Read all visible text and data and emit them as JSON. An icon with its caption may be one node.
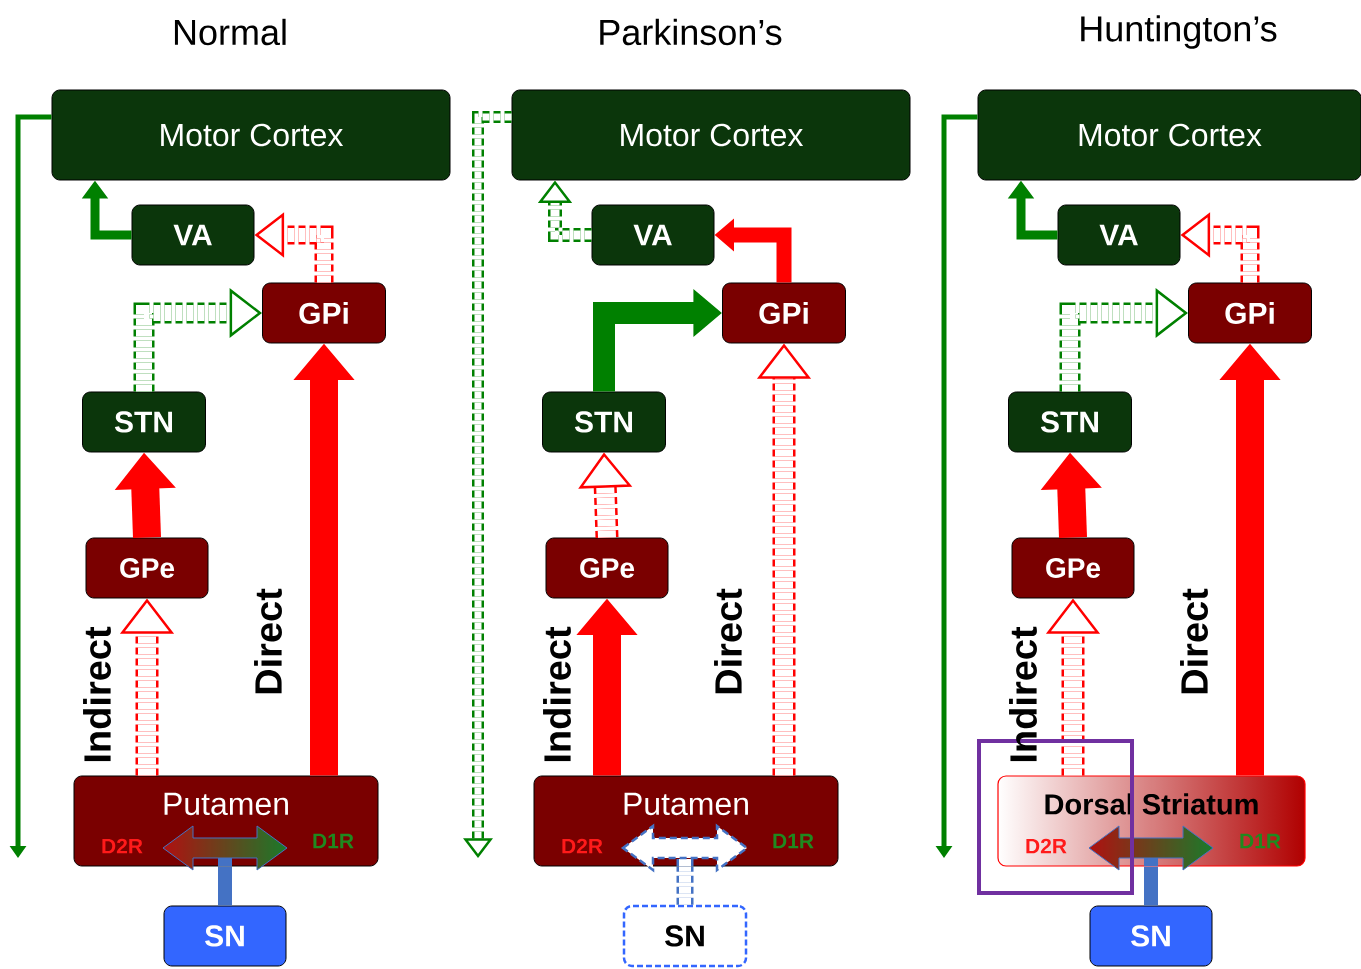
{
  "diagram": {
    "nodes": [
      {
        "text": [
          "Motor Cortex"
        ]
      },
      {
        "text": [
          "VA"
        ]
      },
      {
        "text": [
          "GPi"
        ]
      },
      {
        "text": [
          "STN"
        ]
      },
      {
        "text": [
          "GPe"
        ]
      },
      {
        "text": [
          "Putamen",
          "D2R",
          "D1R"
        ]
      },
      {
        "text": [
          "SN"
        ]
      },
      {
        "text": [
          "Motor Cortex"
        ]
      },
      {
        "text": [
          "VA"
        ]
      },
      {
        "text": [
          "GPi"
        ]
      },
      {
        "text": [
          "STN"
        ]
      },
      {
        "text": [
          "GPe"
        ]
      },
      {
        "text": [
          "Putamen",
          "D2R",
          "D1R"
        ]
      },
      {
        "text": [
          "SN"
        ]
      },
      {
        "text": [
          "Motor Cortex"
        ]
      },
      {
        "text": [
          "VA"
        ]
      },
      {
        "text": [
          "GPi"
        ]
      },
      {
        "text": [
          "STN"
        ]
      },
      {
        "text": [
          "GPe"
        ]
      },
      {
        "text": [
          "Dorsal Striatum",
          "D2R",
          "D1R"
        ]
      },
      {
        "text": [
          "SN"
        ]
      }
    ],
    "edges": [
      {
        "from": 0,
        "to": null,
        "arrow": "to",
        "color": "#008000"
      },
      {
        "from": 1,
        "to": 0,
        "arrow": "to",
        "color": "#008000"
      },
      {
        "from": 2,
        "to": 1,
        "arrow": "to",
        "style": "dashed",
        "color": "#ff0000"
      },
      {
        "from": 3,
        "to": 2,
        "arrow": "to",
        "style": "dashed",
        "color": "#008000"
      },
      {
        "from": 4,
        "to": 3,
        "arrow": "to",
        "color": "#ff0000"
      },
      {
        "from": 5,
        "to": 4,
        "arrow": "to",
        "style": "dashed",
        "color": "#ff0000"
      },
      {
        "from": 5,
        "to": 2,
        "arrow": "to",
        "color": "#ff0000"
      },
      {
        "from": 6,
        "to": 5,
        "arrow": "none",
        "color": "#4472c4"
      },
      {
        "from": 7,
        "to": null,
        "arrow": "to",
        "style": "dashed",
        "color": "#008000"
      },
      {
        "from": 8,
        "to": 7,
        "arrow": "to",
        "style": "dashed",
        "color": "#008000"
      },
      {
        "from": 9,
        "to": 8,
        "arrow": "to",
        "color": "#ff0000"
      },
      {
        "from": 10,
        "to": 9,
        "arrow": "to",
        "color": "#008000"
      },
      {
        "from": 11,
        "to": 10,
        "arrow": "to",
        "style": "dashed",
        "color": "#ff0000"
      },
      {
        "from": 12,
        "to": 11,
        "arrow": "to",
        "color": "#ff0000"
      },
      {
        "from": 12,
        "to": 9,
        "arrow": "to",
        "style": "dashed",
        "color": "#ff0000"
      },
      {
        "from": 13,
        "to": 12,
        "arrow": "none",
        "style": "dashed",
        "color": "#4472c4"
      },
      {
        "from": 14,
        "to": null,
        "arrow": "to",
        "color": "#008000"
      },
      {
        "from": 15,
        "to": 14,
        "arrow": "to",
        "color": "#008000"
      },
      {
        "from": 16,
        "to": 15,
        "arrow": "to",
        "style": "dashed",
        "color": "#ff0000"
      },
      {
        "from": 17,
        "to": 16,
        "arrow": "to",
        "style": "dashed",
        "color": "#008000"
      },
      {
        "from": 18,
        "to": 17,
        "arrow": "to",
        "color": "#ff0000"
      },
      {
        "from": 19,
        "to": 18,
        "arrow": "to",
        "style": "dashed",
        "color": "#ff0000"
      },
      {
        "from": 19,
        "to": 16,
        "arrow": "to",
        "color": "#ff0000"
      },
      {
        "from": 20,
        "to": 19,
        "arrow": "none",
        "color": "#4472c4"
      }
    ],
    "labels": [
      "Normal",
      "Parkinson’s",
      "Huntington’s",
      "Indirect",
      "Direct",
      "Indirect",
      "Direct",
      "Indirect",
      "Direct"
    ]
  }
}
